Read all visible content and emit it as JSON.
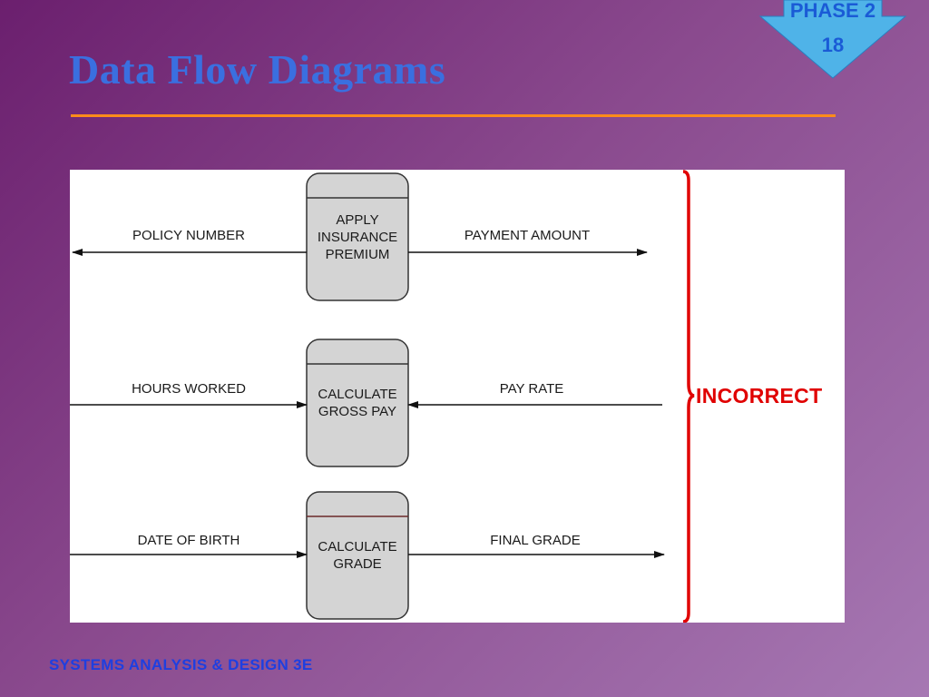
{
  "slide": {
    "title": "Data Flow Diagrams",
    "footer": "SYSTEMS ANALYSIS & DESIGN 3E",
    "badge": {
      "phase": "PHASE 2",
      "number": "18"
    }
  },
  "diagram": {
    "rows": [
      {
        "process": [
          "APPLY",
          "INSURANCE",
          "PREMIUM"
        ],
        "left_flow": {
          "label": "POLICY NUMBER",
          "direction": "out-left"
        },
        "right_flow": {
          "label": "PAYMENT AMOUNT",
          "direction": "out-right"
        }
      },
      {
        "process": [
          "CALCULATE",
          "GROSS PAY"
        ],
        "left_flow": {
          "label": "HOURS WORKED",
          "direction": "in"
        },
        "right_flow": {
          "label": "PAY RATE",
          "direction": "in"
        }
      },
      {
        "process": [
          "CALCULATE",
          "GRADE"
        ],
        "left_flow": {
          "label": "DATE OF BIRTH",
          "direction": "in"
        },
        "right_flow": {
          "label": "FINAL GRADE",
          "direction": "out-right"
        }
      }
    ],
    "verdict": "INCORRECT"
  },
  "colors": {
    "title": "#3a6fe0",
    "rule": "#ff8c1a",
    "badge_fill": "#4fb3e8",
    "verdict": "#e00000",
    "process_fill": "#d4d4d4"
  }
}
